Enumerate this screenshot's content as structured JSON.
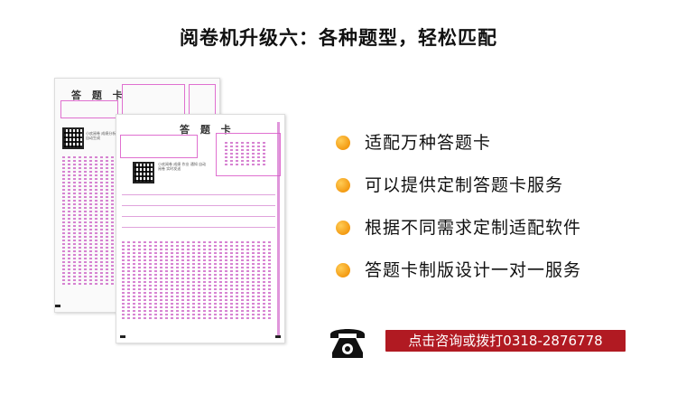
{
  "header": {
    "title": "阅卷机升级六：各种题型，轻松匹配"
  },
  "sheets": {
    "back": {
      "title": "答 题 卡",
      "qr_text": "小欢阅卷 成绩分析自动生成"
    },
    "front": {
      "title": "答 题 卡",
      "qr_text": "小欢阅卷 成绩 作业 通知 自动阅卷 实时发送"
    }
  },
  "features": [
    {
      "text": "适配万种答题卡",
      "icon": "orange-dot-icon"
    },
    {
      "text": "可以提供定制答题卡服务",
      "icon": "orange-dot-icon"
    },
    {
      "text": "根据不同需求定制适配软件",
      "icon": "orange-dot-icon"
    },
    {
      "text": "答题卡制版设计一对一服务",
      "icon": "orange-dot-icon"
    }
  ],
  "contact": {
    "icon": "telephone-icon",
    "label": "点击咨询或拨打0318-2876778"
  },
  "colors": {
    "accent": "#b11a22",
    "bullet": "#f39a12",
    "sheet_mark": "#d05ec8"
  }
}
